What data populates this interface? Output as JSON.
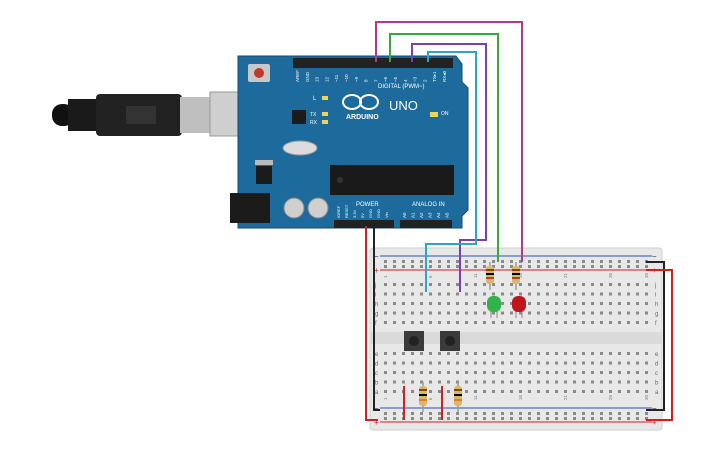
{
  "board": {
    "brand": "ARDUINO",
    "model": "UNO",
    "digital_label": "DIGITAL (PWM~)",
    "power_label": "POWER",
    "analog_label": "ANALOG IN",
    "on_label": "ON",
    "l_label": "L",
    "tx_label": "TX",
    "rx_label": "RX",
    "digital_pins": [
      "AREF",
      "GND",
      "13",
      "12",
      "~11",
      "~10",
      "~9",
      "8",
      "7",
      "~6",
      "~5",
      "4",
      "~3",
      "2",
      "TX▸1",
      "RX◂0"
    ],
    "power_pins": [
      "IOREF",
      "RESET",
      "3.3V",
      "5V",
      "GND",
      "GND",
      "Vin"
    ],
    "analog_pins": [
      "A0",
      "A1",
      "A2",
      "A3",
      "A4",
      "A5"
    ]
  },
  "breadboard": {
    "row_letters_top": [
      "j",
      "i",
      "h",
      "g",
      "f"
    ],
    "row_letters_bottom": [
      "e",
      "d",
      "c",
      "b",
      "a"
    ],
    "rail_minus": "−",
    "rail_plus": "+",
    "columns": 30
  },
  "components": {
    "led_green_color": "#2fb34a",
    "led_red_color": "#c0161b",
    "wire_colors": {
      "magenta": "#b03a8e",
      "green": "#3aa83a",
      "purple": "#7a3fb0",
      "cyan": "#2aa6c9",
      "red": "#d1201f",
      "black": "#222222"
    },
    "board_color": "#1d6a9c"
  }
}
